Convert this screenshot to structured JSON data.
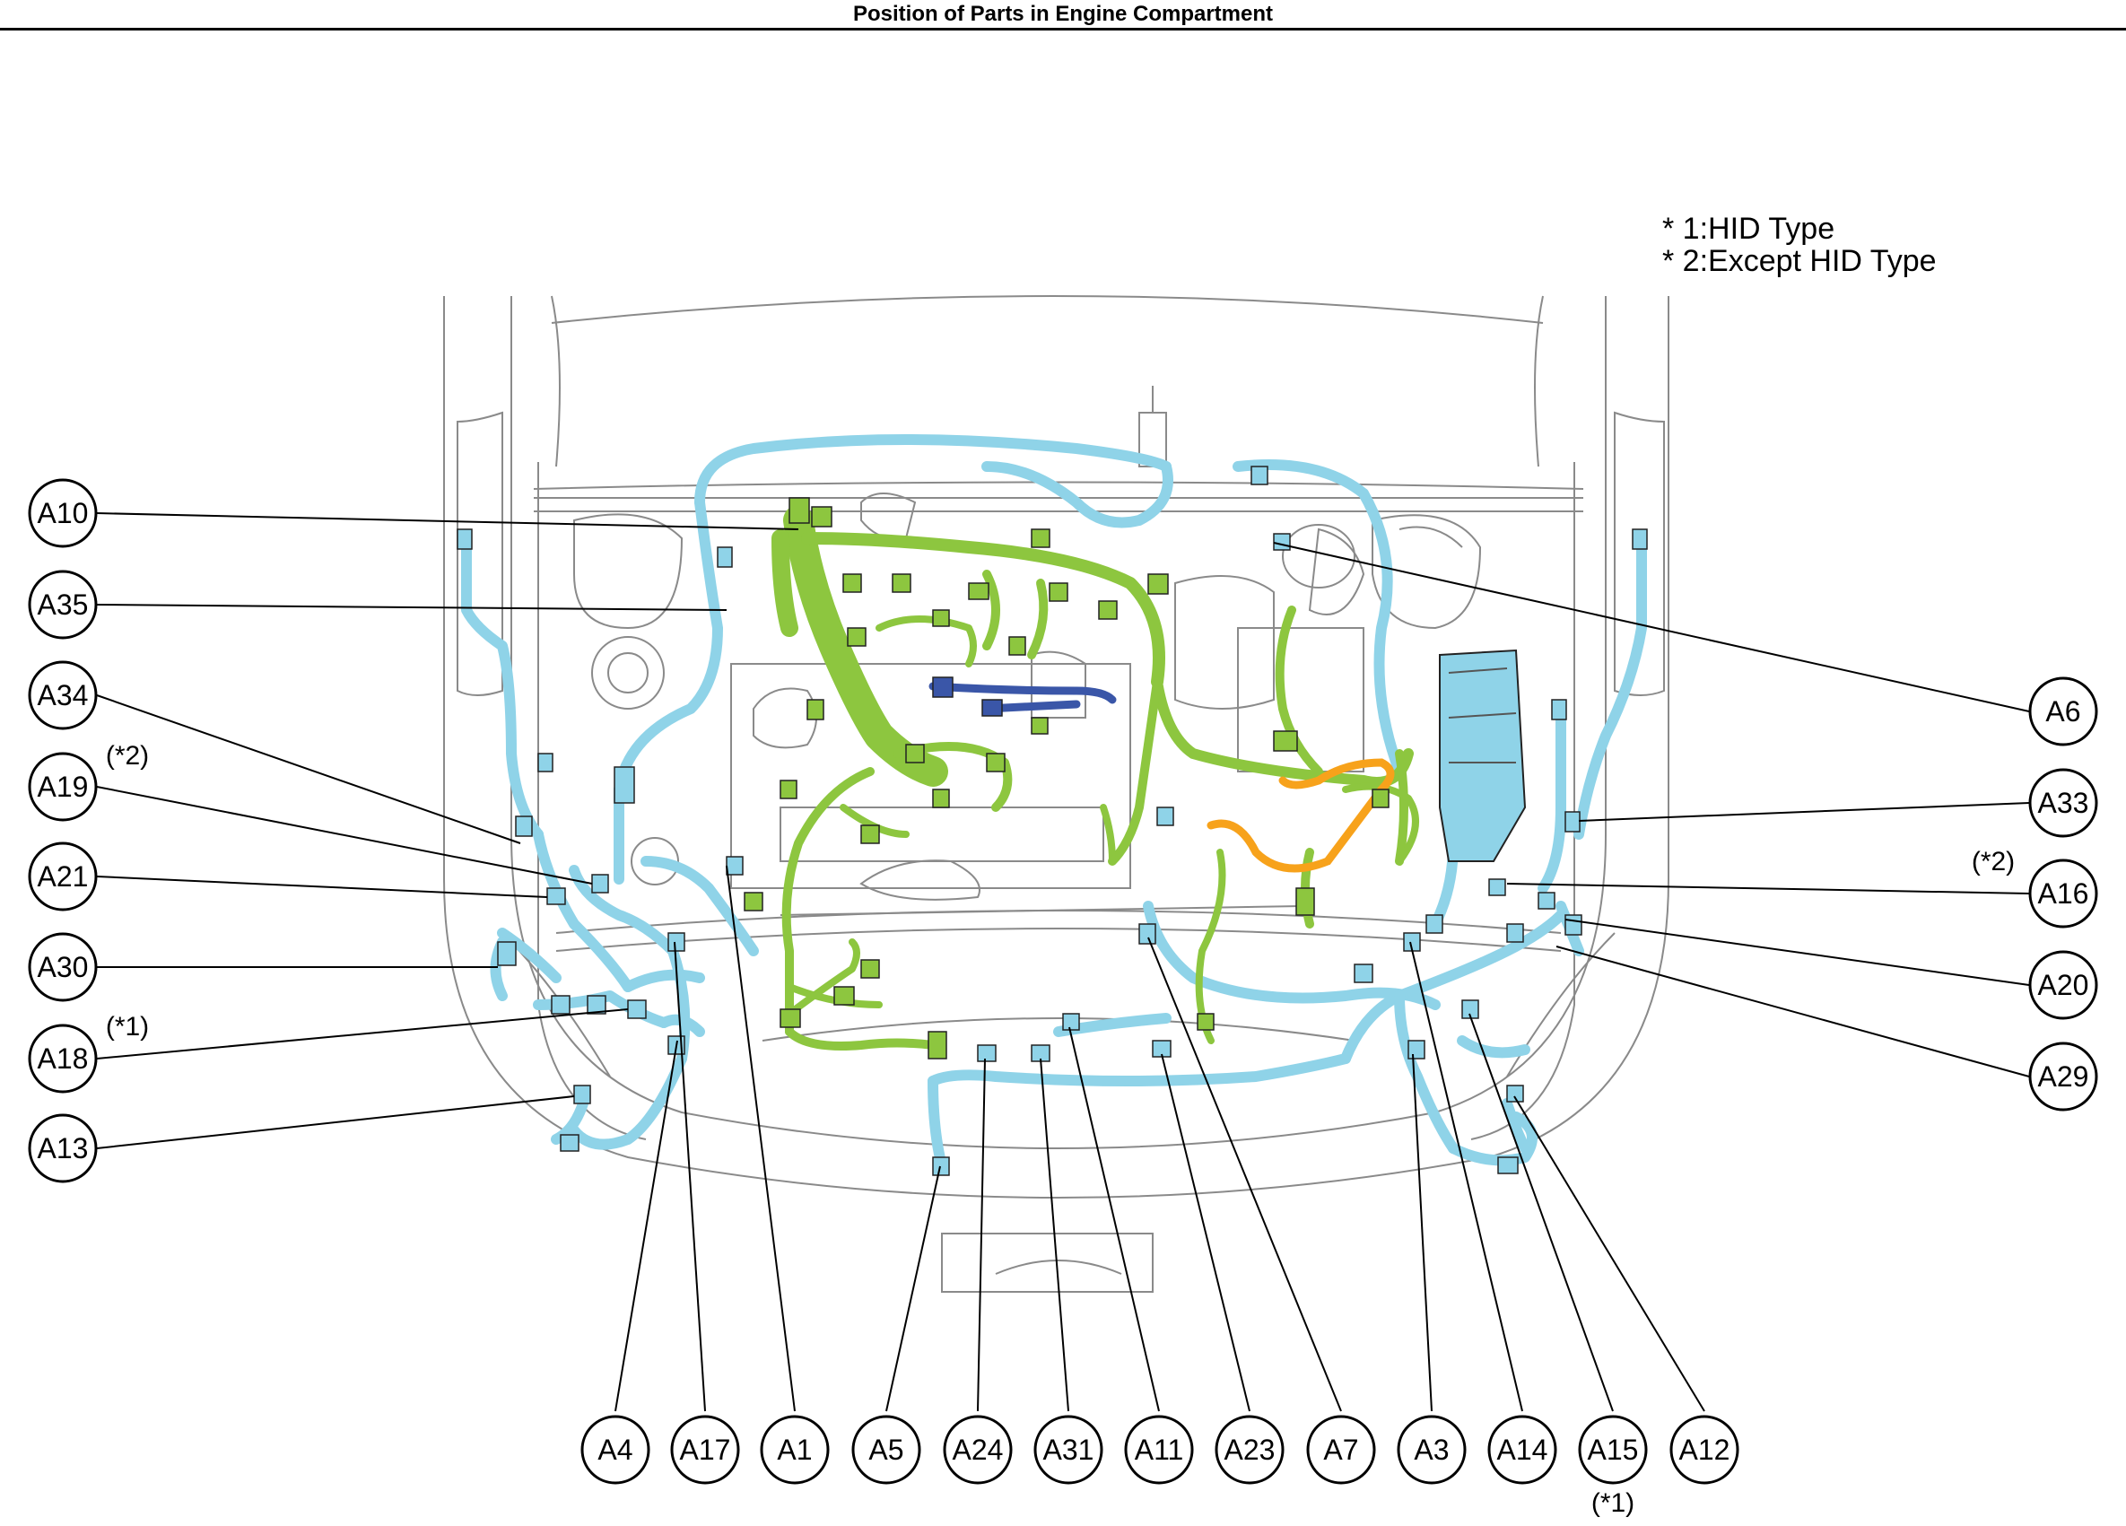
{
  "title": "Position of Parts in Engine Compartment",
  "notes": [
    "* 1:HID Type",
    "* 2:Except HID Type"
  ],
  "colors": {
    "body_harness": "#8fd3e8",
    "engine_harness": "#8dc63f",
    "orange_harness": "#f7a21b",
    "blue_harness": "#3a56a8",
    "outline": "#777777",
    "callout": "#000000"
  },
  "callouts_left": [
    {
      "label": "A10",
      "note": ""
    },
    {
      "label": "A35",
      "note": ""
    },
    {
      "label": "A34",
      "note": ""
    },
    {
      "label": "A19",
      "note": "(*2)"
    },
    {
      "label": "A21",
      "note": ""
    },
    {
      "label": "A30",
      "note": ""
    },
    {
      "label": "A18",
      "note": "(*1)"
    },
    {
      "label": "A13",
      "note": ""
    }
  ],
  "callouts_right": [
    {
      "label": "A6",
      "note": ""
    },
    {
      "label": "A33",
      "note": ""
    },
    {
      "label": "A16",
      "note": "(*2)"
    },
    {
      "label": "A20",
      "note": ""
    },
    {
      "label": "A29",
      "note": ""
    }
  ],
  "callouts_bottom": [
    {
      "label": "A4",
      "note": ""
    },
    {
      "label": "A17",
      "note": ""
    },
    {
      "label": "A1",
      "note": ""
    },
    {
      "label": "A5",
      "note": ""
    },
    {
      "label": "A24",
      "note": ""
    },
    {
      "label": "A31",
      "note": ""
    },
    {
      "label": "A11",
      "note": ""
    },
    {
      "label": "A23",
      "note": ""
    },
    {
      "label": "A7",
      "note": ""
    },
    {
      "label": "A3",
      "note": ""
    },
    {
      "label": "A14",
      "note": ""
    },
    {
      "label": "A15",
      "note": "(*1)"
    },
    {
      "label": "A12",
      "note": ""
    }
  ]
}
